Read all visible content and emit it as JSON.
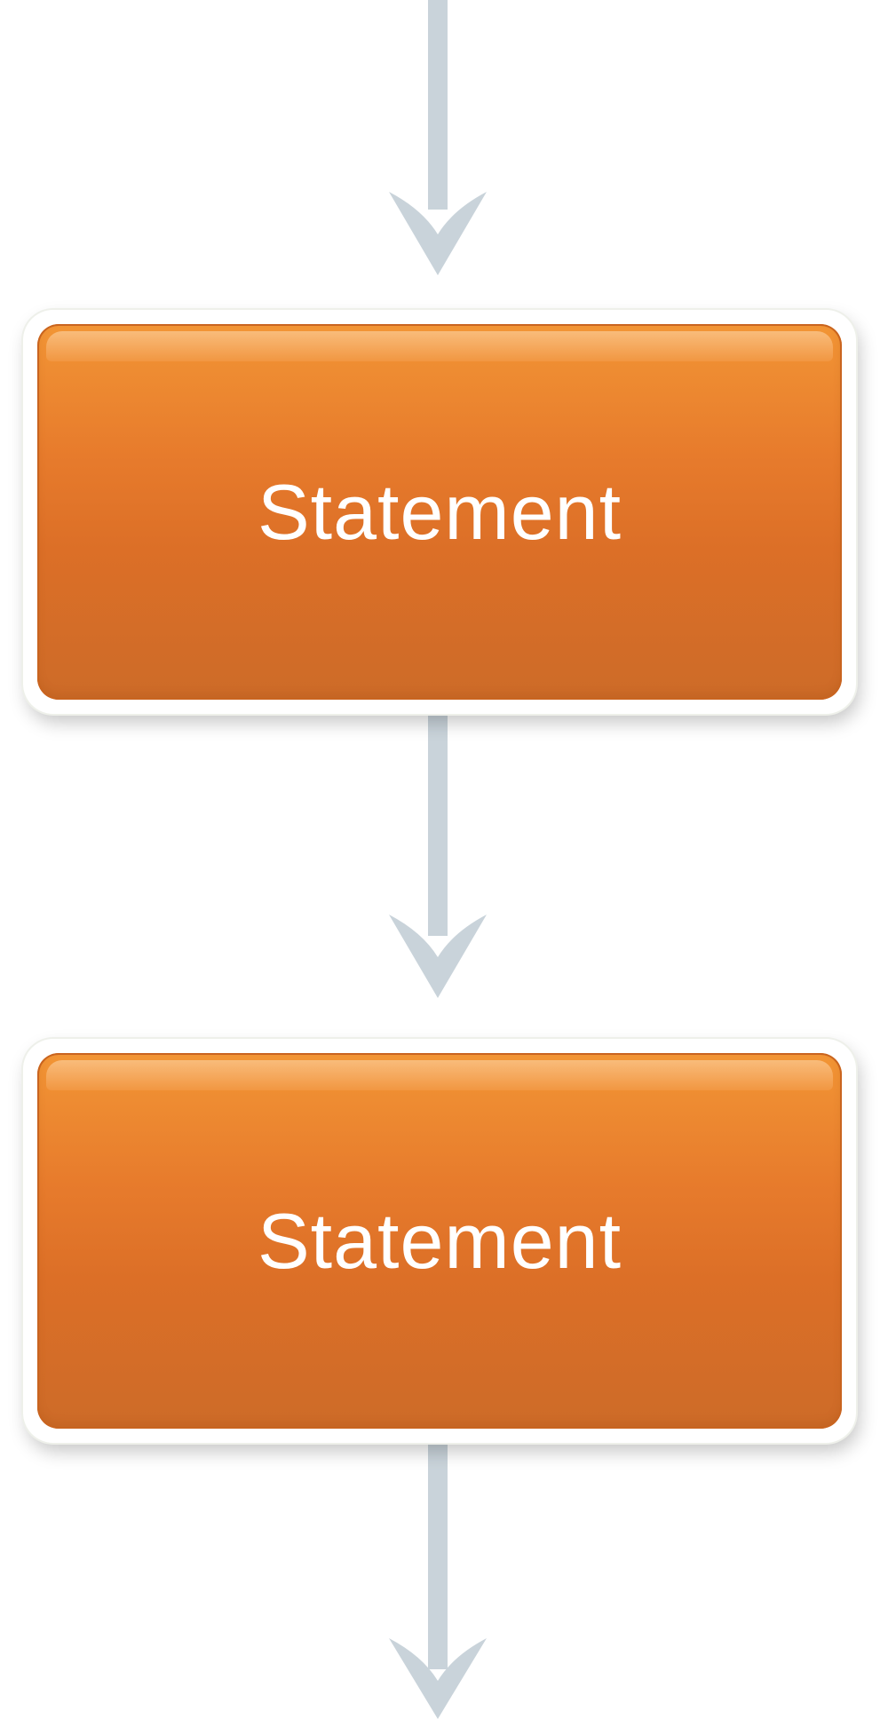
{
  "diagram": {
    "type": "flowchart",
    "nodes": [
      {
        "label": "Statement"
      },
      {
        "label": "Statement"
      }
    ],
    "colors": {
      "node_fill": "#e07428",
      "node_frame": "#ffffff",
      "connector": "#c9d3da"
    }
  }
}
